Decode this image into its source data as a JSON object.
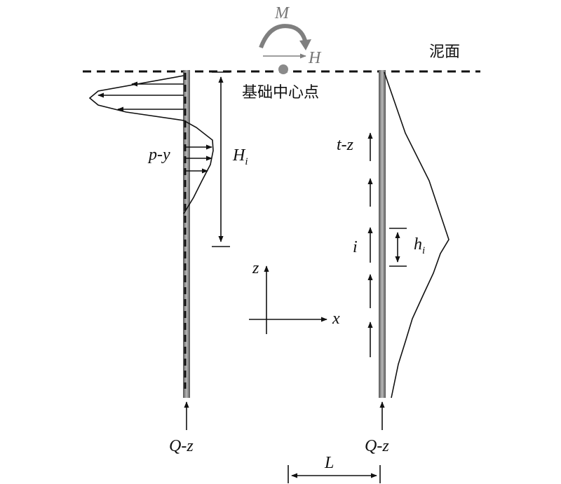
{
  "labels": {
    "moment": "M",
    "horizontal_force": "H",
    "mudline": "泥面",
    "foundation_center": "基础中心点",
    "lateral_curve": "p-y",
    "depth_main": "H",
    "depth_sub": "i",
    "shaft_curve": "t-z",
    "segment_index": "i",
    "segment_len_main": "h",
    "segment_len_sub": "i",
    "tip_left": "Q-z",
    "tip_right": "Q-z",
    "axis_z": "z",
    "axis_x": "x",
    "pile_spacing": "L"
  },
  "colors": {
    "ink": "#111111",
    "pile_gray": "#7a7a7a",
    "load_gray": "#7f7f7f"
  },
  "icons": {
    "moment": "curved-arrow-icon",
    "force": "right-arrow-icon",
    "center": "dot-icon"
  }
}
